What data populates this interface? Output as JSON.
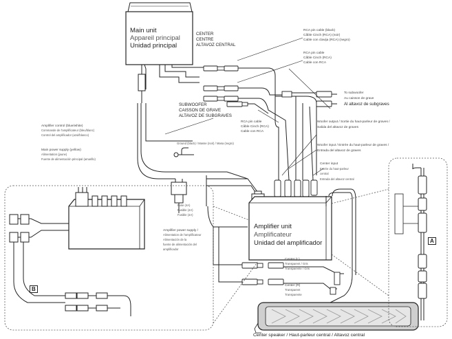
{
  "main_unit": {
    "en": "Main unit",
    "fr": "Appareil principal",
    "es": "Unidad principal"
  },
  "center": {
    "en": "CENTER",
    "fr": "CENTRE",
    "es": "ALTAVOZ CENTRAL"
  },
  "rca_black": {
    "en": "RCA pin cable (black)",
    "fr": "Câble Cinch (RCA) (noir)",
    "es": "Cable con clavija (RCA) (negro)"
  },
  "rca_cable": {
    "en": "RCA pin cable",
    "fr": "Câble Cinch (RCA)",
    "es": "Cable con RCA"
  },
  "subwoofer": {
    "en": "SUBWOOFER",
    "fr": "CAISSON DE GRAVE",
    "es": "ALTAVOZ DE SUBGRAVES"
  },
  "to_subwoofer": {
    "en": "To subwoofer",
    "fr": "Au caisson de grave",
    "es": "Al altavoz de subgraves"
  },
  "woofer_output": {
    "line1": "Woofer output / Sortie du haut-parleur de graves /",
    "line2": "Salida del altavoz de graves"
  },
  "woofer_input": {
    "line1": "Woofer input / Entrée du haut-parleur de graves /",
    "line2": "Entrada del altavoz de graves"
  },
  "center_input": {
    "line1": "Center input",
    "line2": "Entrée du haut-parleur",
    "line3": "central",
    "line4": "Entrada del altavoz central"
  },
  "amp_control": {
    "line1": "Amplifier control (blue/white)",
    "line2": "Commande de l'amplificateur (bleu/blanc)",
    "line3": "Control del amplificador (azul/blanco)"
  },
  "main_power": {
    "line1": "Main power supply (yellow)",
    "line2": "Alimentation (jaune)",
    "line3": "Fuente de alimentación principal (amarillo)"
  },
  "ground": {
    "text": "Ground (black) / Masse (noir) / Masa (negro)"
  },
  "amp_unit": {
    "en": "Amplifier unit",
    "fr": "Amplificateur",
    "es": "Unidad del amplificador"
  },
  "amp_power": {
    "line1": "Amplifier power supply /",
    "line2": "Alimentation de l'amplificateur",
    "line3": "Alimentación de la",
    "line4": "fuente de alimentación del",
    "line5": "amplificador"
  },
  "fuse": {
    "line1": "Fuse (4A)",
    "line2": "Fusible (4A)",
    "line3": "Fusible (4A)"
  },
  "center_l": {
    "line1": "Center (L)",
    "line2": "Transparent / Gris",
    "line3": "Transparente / Gris"
  },
  "center_r": {
    "line1": "Center (R)",
    "line2": "Transparent",
    "line3": "Transparente"
  },
  "caption": {
    "text": "Center speaker / Haut-parleur central / Altavoz central"
  },
  "labels": {
    "a": "A",
    "b": "B"
  },
  "colors": {
    "line": "#222222",
    "dashed": "#555555",
    "speaker_fill": "#d8d8d8"
  }
}
